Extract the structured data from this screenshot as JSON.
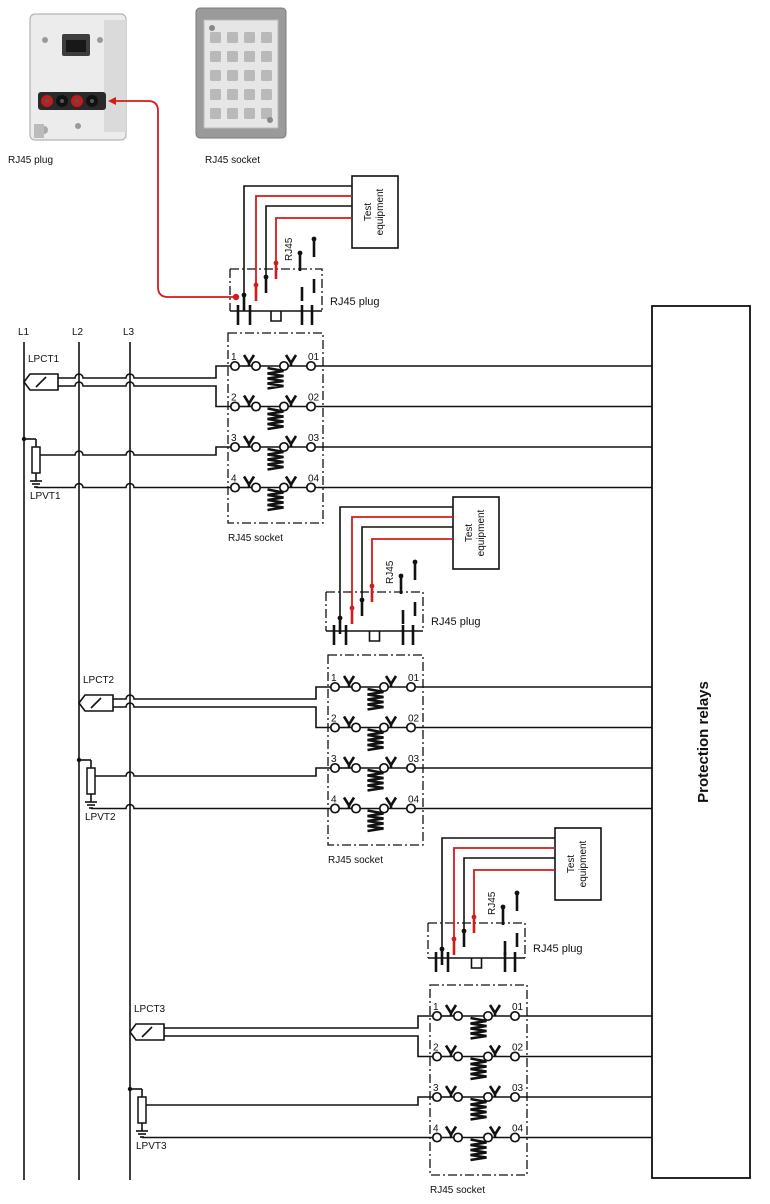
{
  "photos": {
    "plug_caption": "RJ45 plug",
    "socket_caption": "RJ45 socket"
  },
  "phases": [
    "L1",
    "L2",
    "L3"
  ],
  "relay": {
    "label": "Protection relays"
  },
  "colors": {
    "red": "#d61a1a",
    "wire": "#111111"
  },
  "groups": [
    {
      "lpct": "LPCT1",
      "lpvt": "LPVT1",
      "test_equipment": [
        "Test",
        "equipment"
      ],
      "rj45_label": "RJ45",
      "plug_caption": "RJ45 plug",
      "socket_caption": "RJ45 socket",
      "terminals": [
        {
          "in": "1",
          "out": "01"
        },
        {
          "in": "2",
          "out": "02"
        },
        {
          "in": "3",
          "out": "03"
        },
        {
          "in": "4",
          "out": "04"
        }
      ]
    },
    {
      "lpct": "LPCT2",
      "lpvt": "LPVT2",
      "test_equipment": [
        "Test",
        "equipment"
      ],
      "rj45_label": "RJ45",
      "plug_caption": "RJ45 plug",
      "socket_caption": "RJ45 socket",
      "terminals": [
        {
          "in": "1",
          "out": "01"
        },
        {
          "in": "2",
          "out": "02"
        },
        {
          "in": "3",
          "out": "03"
        },
        {
          "in": "4",
          "out": "04"
        }
      ]
    },
    {
      "lpct": "LPCT3",
      "lpvt": "LPVT3",
      "test_equipment": [
        "Test",
        "equipment"
      ],
      "rj45_label": "RJ45",
      "plug_caption": "RJ45 plug",
      "socket_caption": "RJ45 socket",
      "terminals": [
        {
          "in": "1",
          "out": "01"
        },
        {
          "in": "2",
          "out": "02"
        },
        {
          "in": "3",
          "out": "03"
        },
        {
          "in": "4",
          "out": "04"
        }
      ]
    }
  ]
}
